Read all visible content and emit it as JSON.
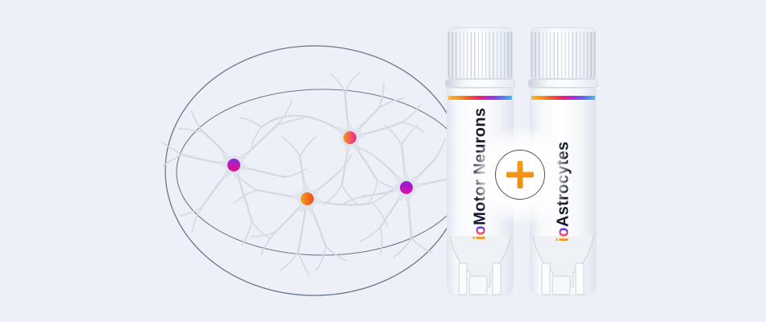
{
  "vials": [
    {
      "label_prefix_i": "i",
      "label_prefix_o": "o",
      "label_name": "Motor Neurons"
    },
    {
      "label_prefix_i": "i",
      "label_prefix_o": "o",
      "label_name": "Astrocytes"
    }
  ],
  "combine_badge": {
    "icon": "plus"
  },
  "neurons": [
    {
      "soma_gradient": [
        "#9326E0",
        "#E0118A"
      ]
    },
    {
      "soma_gradient": [
        "#F7941D",
        "#EC268F"
      ]
    },
    {
      "soma_gradient": [
        "#F9A013",
        "#EF4723"
      ]
    },
    {
      "soma_gradient": [
        "#8D1BE0",
        "#DC12A0"
      ]
    }
  ],
  "colors": {
    "background": "#EDF1F7",
    "dish_stroke": "#6A7590",
    "dendrite": "#D4D9E3",
    "neuron_halo": "#E0E4EC",
    "label_text": "#15182E",
    "accent_orange": "#F59B1E",
    "accent_orange_deep": "#EE8D15",
    "io_i": "#F7941D",
    "io_o_gradient": [
      "#F7941D",
      "#E8308A",
      "#9326E0",
      "#4A7BE8"
    ],
    "stripe_gradient": [
      "#FFB62E",
      "#F7941D",
      "#F2542D",
      "#EC1E79",
      "#A42EE0",
      "#5B6CF0",
      "#4FB3F0"
    ]
  }
}
